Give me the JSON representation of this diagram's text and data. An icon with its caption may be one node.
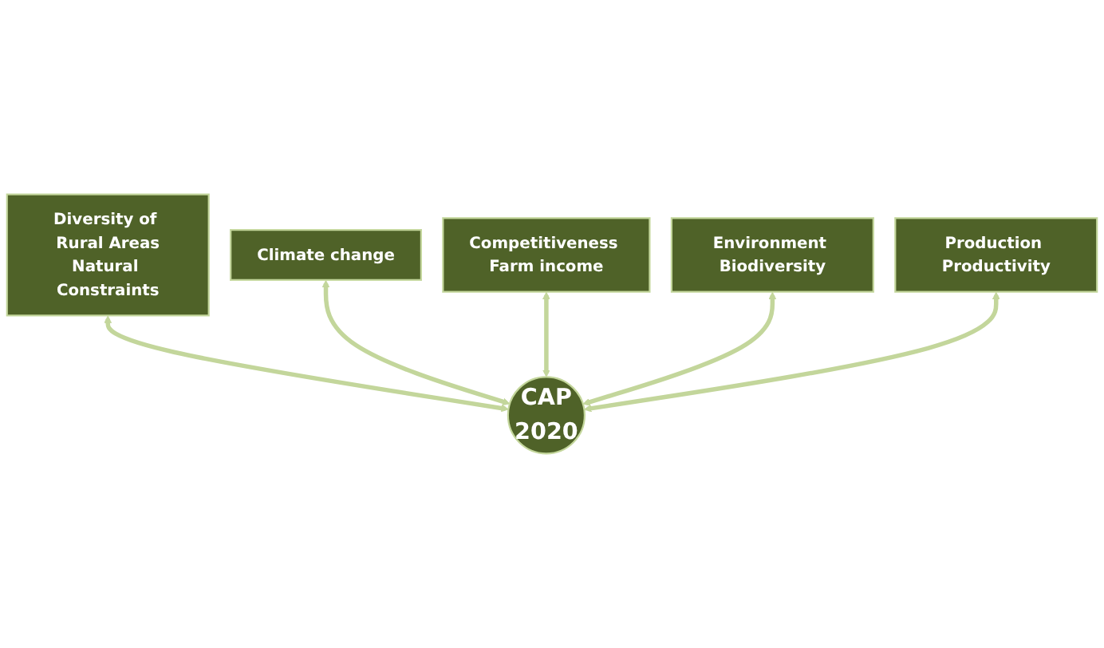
{
  "diagram": {
    "nodes": [
      {
        "text": [
          "Climate change"
        ]
      },
      {
        "text": [
          "Diversity of Rural Areas",
          "Natural Constraints"
        ]
      },
      {
        "text": [
          "Competitiveness Farm income"
        ]
      },
      {
        "text": [
          "Environment Biodiversity"
        ]
      },
      {
        "text": [
          "CAP",
          "2020"
        ]
      },
      {
        "text": [
          "Production Productivity"
        ]
      }
    ],
    "edges": [
      {
        "from": 1,
        "to": 4,
        "arrow": "both",
        "color": "#c3d69b"
      },
      {
        "from": 0,
        "to": 4,
        "arrow": "both",
        "color": "#c3d69b"
      },
      {
        "from": 2,
        "to": 4,
        "arrow": "both",
        "color": "#c3d69b"
      },
      {
        "from": 3,
        "to": 4,
        "arrow": "both",
        "color": "#c3d69b"
      },
      {
        "from": 5,
        "to": 4,
        "arrow": "both",
        "color": "#c3d69b"
      }
    ]
  }
}
